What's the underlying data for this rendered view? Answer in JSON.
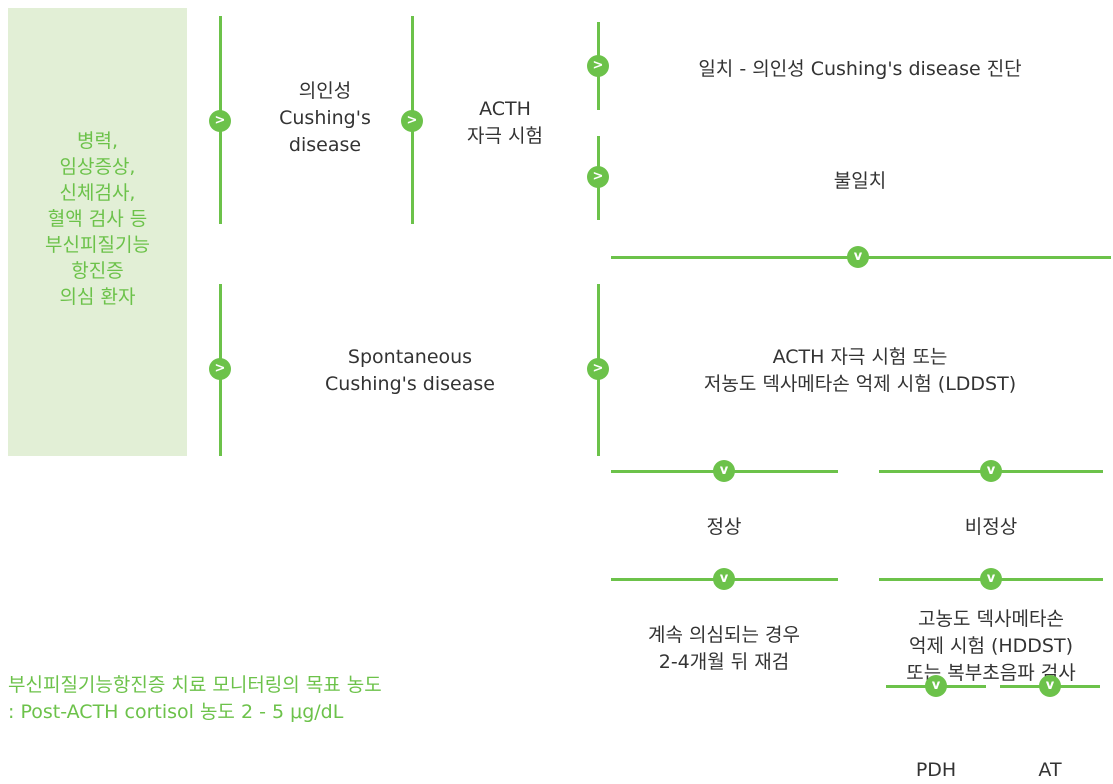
{
  "colors": {
    "accent": "#6cc24a",
    "start_box_bg": "#e2efd6",
    "text": "#333333"
  },
  "start_box": {
    "lines": [
      "병력,",
      "임상증상,",
      "신체검사,",
      "혈액 검사 등",
      "부신피질기능",
      "항진증",
      "의심 환자"
    ]
  },
  "branches": {
    "iatrogenic": [
      "의인성",
      "Cushing's",
      "disease"
    ],
    "spontaneous": [
      "Spontaneous",
      "Cushing's disease"
    ]
  },
  "acth_test": [
    "ACTH",
    "자극 시험"
  ],
  "outcomes": {
    "match": "일치 - 의인성 Cushing's disease 진단",
    "mismatch": "불일치"
  },
  "screening_test": [
    "ACTH 자극 시험 또는",
    "저농도 덱사메타손 억제 시험 (LDDST)"
  ],
  "results": {
    "normal": "정상",
    "abnormal": "비정상"
  },
  "normal_followup": [
    "계속 의심되는 경우",
    "2-4개월 뒤 재검"
  ],
  "abnormal_followup": [
    "고농도 덱사메타손",
    "억제 시험 (HDDST)",
    "또는 복부초음파 검사"
  ],
  "final": {
    "pdh": "PDH",
    "at": "AT"
  },
  "note": {
    "line1": "부신피질기능항진증 치료 모니터링의 목표 농도",
    "line2": ": Post-ACTH cortisol 농도 2 - 5 μg/dL"
  },
  "icons": {
    "right": "chevron-right-icon",
    "down": "chevron-down-icon"
  }
}
